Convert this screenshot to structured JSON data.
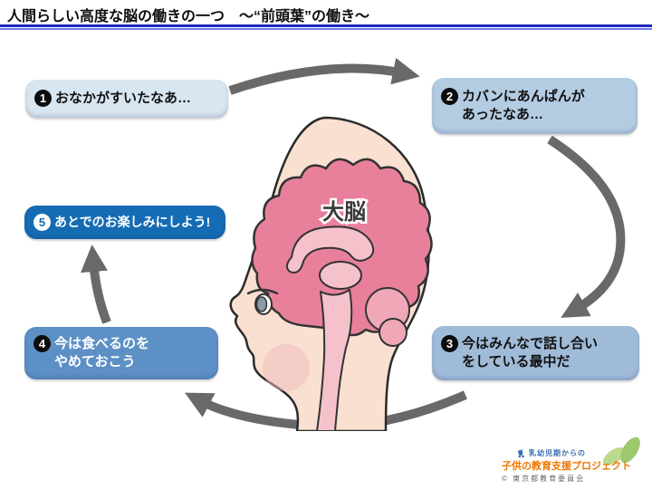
{
  "title": "人間らしい高度な脳の働きの一つ　～“前頭葉”の働き～",
  "brain_label": "大脳",
  "steps": [
    {
      "num": "1",
      "lines": [
        "おなかがすいたなあ…"
      ]
    },
    {
      "num": "2",
      "lines": [
        "カバンにあんぱんが",
        "あったなあ…"
      ]
    },
    {
      "num": "3",
      "lines": [
        "今はみんなで話し合い",
        "をしている最中だ"
      ]
    },
    {
      "num": "4",
      "lines": [
        "今は食べるのを",
        "やめておこう"
      ]
    },
    {
      "num": "5",
      "lines": [
        "あとでのお楽しみにしよう!"
      ]
    }
  ],
  "footer": {
    "line1": "乳幼児期からの",
    "line2": "子供の教育支援プロジェクト",
    "line3": "© 東京都教育委員会"
  },
  "colors": {
    "rule_dark": "#1d27c0",
    "rule_light": "#6d79ea",
    "box1_bg": "#d8e6f2",
    "box2_bg": "#b4cce2",
    "box3_bg": "#9fbbd8",
    "box4_bg": "#5d90c5",
    "box5_bg": "#156cb4",
    "arrow_gray": "#696969",
    "skin": "#f9e0d0",
    "brain_pink": "#e8809c",
    "brain_inner_pink": "#f5c2cc",
    "logo_blue": "#3a6fb0",
    "logo_orange": "#ee7800",
    "logo_green": "#9cc86e"
  }
}
